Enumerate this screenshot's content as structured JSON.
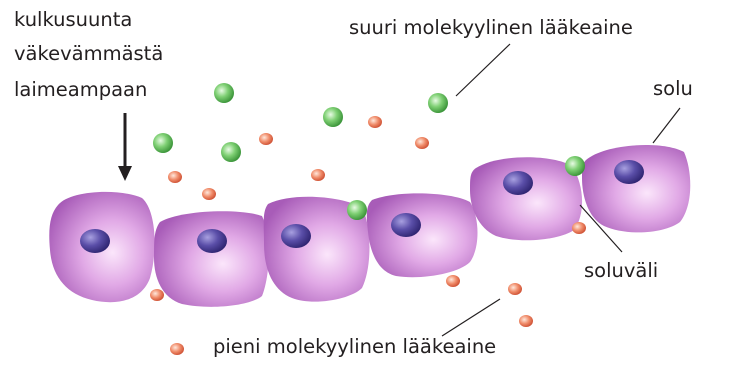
{
  "labels": {
    "flow_direction_line1": "kulkusuunta",
    "flow_direction_line2": "väkevämmästä",
    "flow_direction_line3": "laimeampaan",
    "large_drug": "suuri molekyylinen lääkeaine",
    "cell": "solu",
    "intercellular_space": "soluväli",
    "small_drug": "pieni molekyylinen lääkeaine"
  },
  "colors": {
    "cell_body": "#c98ad9",
    "cell_dark": "#9c4fae",
    "nucleus": "#4b3f93",
    "large_molecule": "#5ab552",
    "small_molecule": "#e46a4c",
    "text": "#231f20"
  }
}
